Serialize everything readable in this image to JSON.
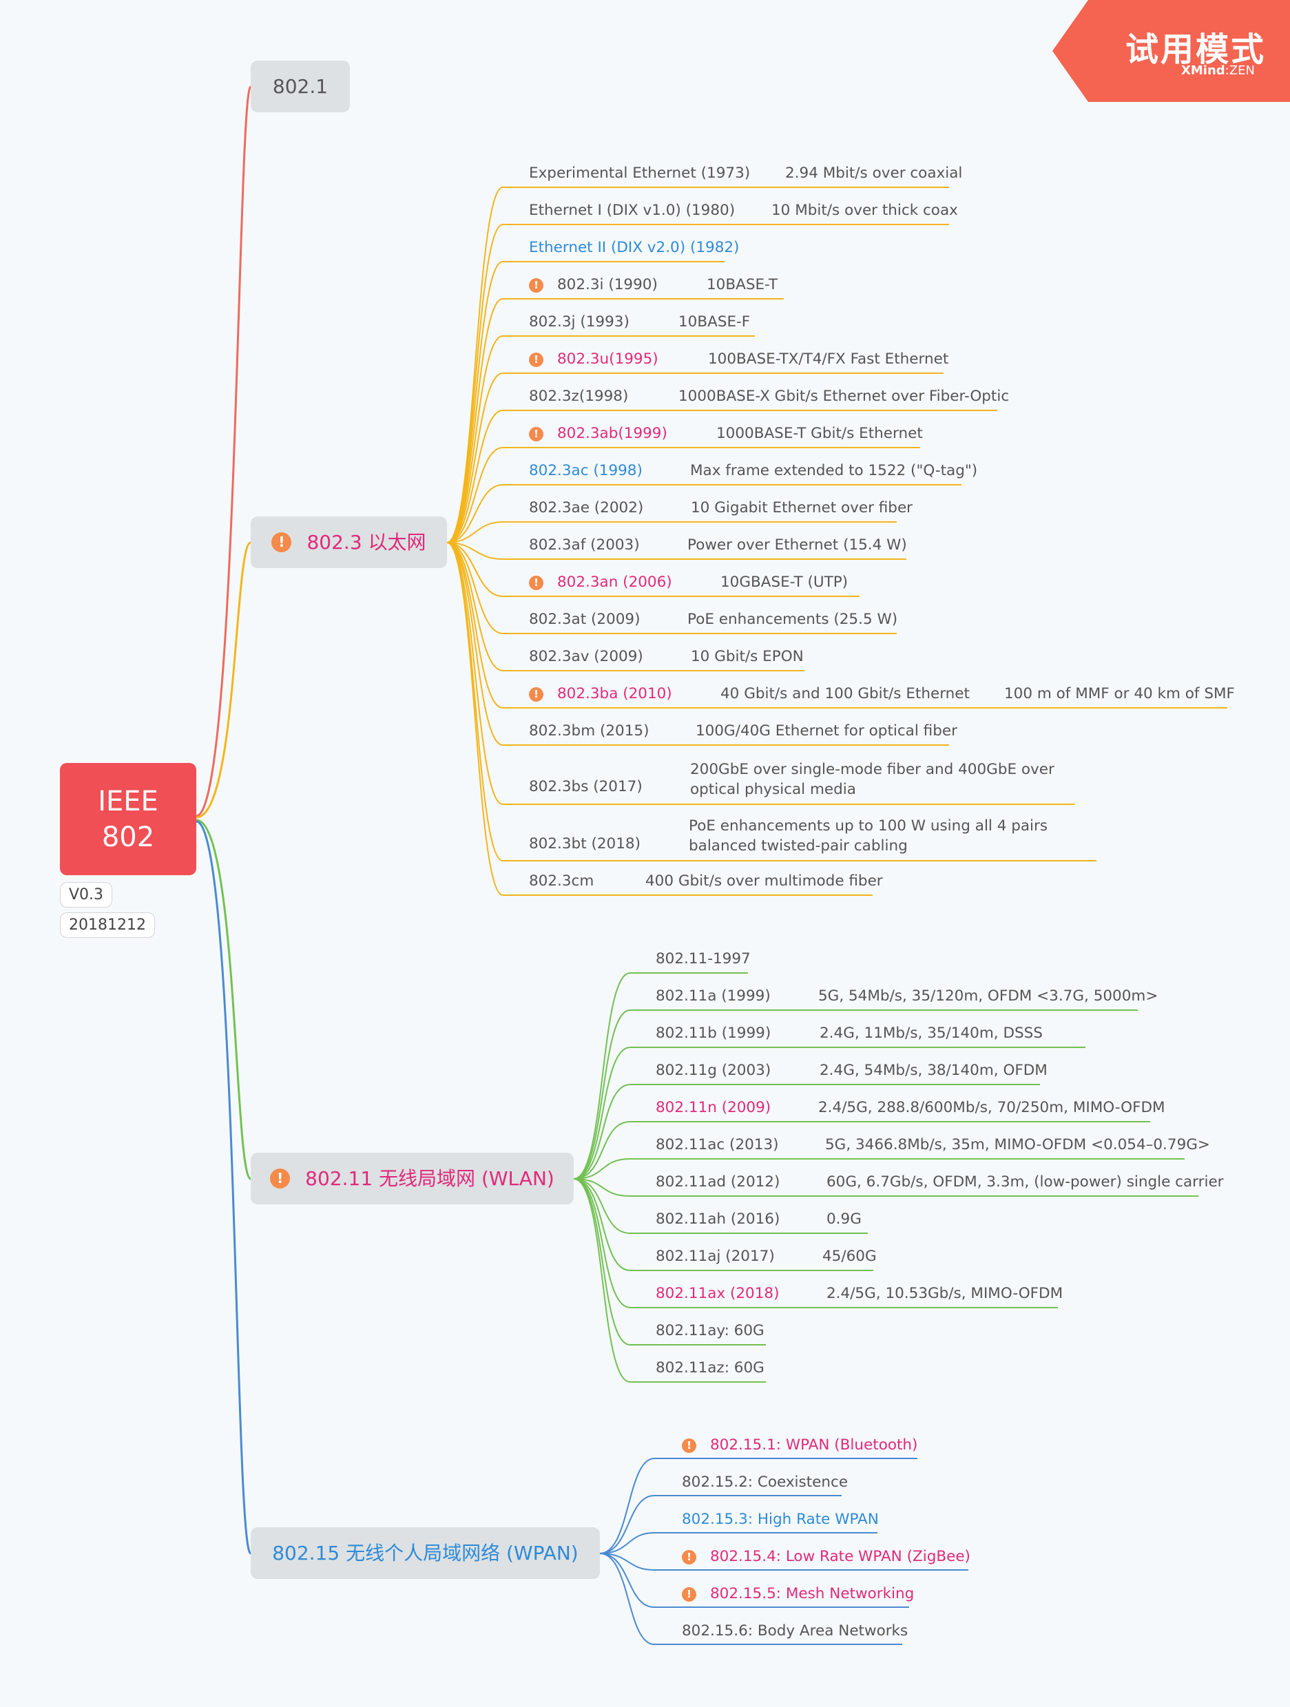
{
  "watermark": {
    "title": "试用模式",
    "brand": "XMind",
    "sep": ":",
    "edition": "ZEN"
  },
  "root": {
    "line1": "IEEE",
    "line2": "802"
  },
  "labels": {
    "version": "V0.3",
    "date": "20181212"
  },
  "colors": {
    "root": "#f04f55",
    "b8021": "#ee6a5d",
    "b8023": "#f4b51c",
    "b80211": "#73c053",
    "b80215": "#4a8ad0",
    "warn": "#f58a4b",
    "pink": "#e2297a",
    "blue": "#2f8ad8",
    "watermark": "#f46451"
  },
  "icons": {
    "marker": "exclamation-marker-icon",
    "glyph": "!"
  },
  "branches": {
    "b8021": {
      "label": "802.1"
    },
    "b8023": {
      "label": "802.3 以太网",
      "items": [
        {
          "name": "Experimental Ethernet (1973)",
          "desc": "2.94 Mbit/s over coaxial"
        },
        {
          "name": "Ethernet I (DIX v1.0) (1980)",
          "desc": "10 Mbit/s over thick coax"
        },
        {
          "name": "Ethernet II (DIX v2.0) (1982)"
        },
        {
          "name": "802.3i (1990)",
          "desc": "10BASE-T"
        },
        {
          "name": "802.3j (1993)",
          "desc": "10BASE-F"
        },
        {
          "name": "802.3u(1995)",
          "desc": "100BASE-TX/T4/FX Fast Ethernet"
        },
        {
          "name": "802.3z(1998)",
          "desc": "1000BASE-X Gbit/s Ethernet over Fiber-Optic"
        },
        {
          "name": "802.3ab(1999)",
          "desc": "1000BASE-T Gbit/s Ethernet"
        },
        {
          "name": "802.3ac (1998)",
          "desc": "Max frame extended to 1522 (\"Q-tag\")"
        },
        {
          "name": "802.3ae (2002)",
          "desc": "10 Gigabit Ethernet over fiber"
        },
        {
          "name": "802.3af (2003)",
          "desc": "Power over Ethernet (15.4 W)"
        },
        {
          "name": "802.3an (2006)",
          "desc": "10GBASE-T (UTP)"
        },
        {
          "name": "802.3at (2009)",
          "desc": "PoE enhancements (25.5 W)"
        },
        {
          "name": "802.3av (2009)",
          "desc": "10 Gbit/s EPON"
        },
        {
          "name": "802.3ba (2010)",
          "desc": "40 Gbit/s and 100 Gbit/s Ethernet",
          "extra": "100 m of MMF or 40 km of SMF"
        },
        {
          "name": "802.3bm (2015)",
          "desc": "100G/40G Ethernet for optical fiber"
        },
        {
          "name": "802.3bs (2017)",
          "desc": "200GbE over single-mode fiber and 400GbE over optical physical media"
        },
        {
          "name": "802.3bt (2018)",
          "desc": "PoE enhancements up to 100 W using all 4 pairs balanced twisted-pair cabling"
        },
        {
          "name": "802.3cm",
          "desc": "400 Gbit/s over multimode fiber"
        }
      ]
    },
    "b80211": {
      "label": "802.11 无线局域网 (WLAN)",
      "items": [
        {
          "name": "802.11-1997"
        },
        {
          "name": "802.11a (1999)",
          "desc": "5G, 54Mb/s, 35/120m, OFDM <3.7G, 5000m>"
        },
        {
          "name": "802.11b (1999)",
          "desc": "2.4G, 11Mb/s, 35/140m, DSSS"
        },
        {
          "name": "802.11g (2003)",
          "desc": "2.4G, 54Mb/s, 38/140m, OFDM"
        },
        {
          "name": "802.11n (2009)",
          "desc": "2.4/5G, 288.8/600Mb/s, 70/250m, MIMO-OFDM"
        },
        {
          "name": "802.11ac (2013)",
          "desc": "5G, 3466.8Mb/s, 35m, MIMO-OFDM <0.054–0.79G>"
        },
        {
          "name": "802.11ad (2012)",
          "desc": "60G, 6.7Gb/s, OFDM, 3.3m, (low-power) single carrier"
        },
        {
          "name": "802.11ah (2016)",
          "desc": "0.9G"
        },
        {
          "name": "802.11aj (2017)",
          "desc": "45/60G"
        },
        {
          "name": "802.11ax (2018)",
          "desc": "2.4/5G, 10.53Gb/s, MIMO-OFDM"
        },
        {
          "name": "802.11ay: 60G"
        },
        {
          "name": "802.11az: 60G"
        }
      ]
    },
    "b80215": {
      "label": "802.15 无线个人局域网络 (WPAN)",
      "items": [
        {
          "name": "802.15.1: WPAN (Bluetooth)"
        },
        {
          "name": "802.15.2: Coexistence"
        },
        {
          "name": "802.15.3: High Rate WPAN"
        },
        {
          "name": "802.15.4: Low Rate WPAN (ZigBee)"
        },
        {
          "name": "802.15.5: Mesh Networking"
        },
        {
          "name": "802.15.6: Body Area Networks"
        }
      ]
    }
  }
}
